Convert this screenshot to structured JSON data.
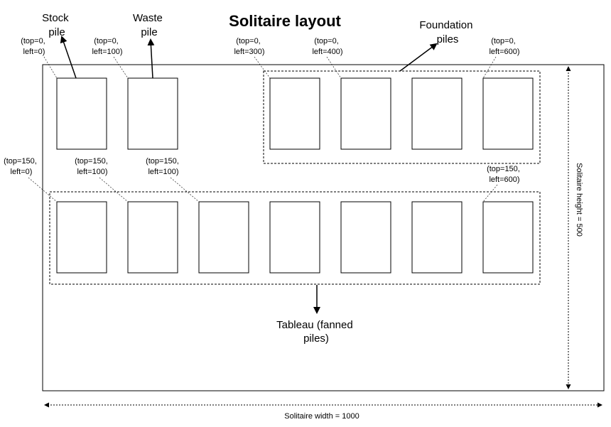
{
  "diagram": {
    "title": "Solitaire layout",
    "labels": {
      "stock": [
        "Stock",
        "pile"
      ],
      "waste": [
        "Waste",
        "pile"
      ],
      "foundation": [
        "Foundation",
        "piles"
      ],
      "tableau": [
        "Tableau (fanned",
        "piles)"
      ]
    },
    "coords": {
      "stock": [
        "(top=0,",
        "left=0)"
      ],
      "waste": [
        "(top=0,",
        "left=100)"
      ],
      "foundation_1": [
        "(top=0,",
        "left=300)"
      ],
      "foundation_2": [
        "(top=0,",
        "left=400)"
      ],
      "foundation_4": [
        "(top=0,",
        "left=600)"
      ],
      "tableau_1": [
        "(top=150,",
        "left=0)"
      ],
      "tableau_2": [
        "(top=150,",
        "left=100)"
      ],
      "tableau_3": [
        "(top=150,",
        "left=100)"
      ],
      "tableau_7": [
        "(top=150,",
        "left=600)"
      ]
    },
    "dimensions": {
      "width_label": "Solitaire width = 1000",
      "height_label": "Solitaire height = 500"
    },
    "counts": {
      "foundation_piles": 4,
      "tableau_piles": 7
    }
  }
}
